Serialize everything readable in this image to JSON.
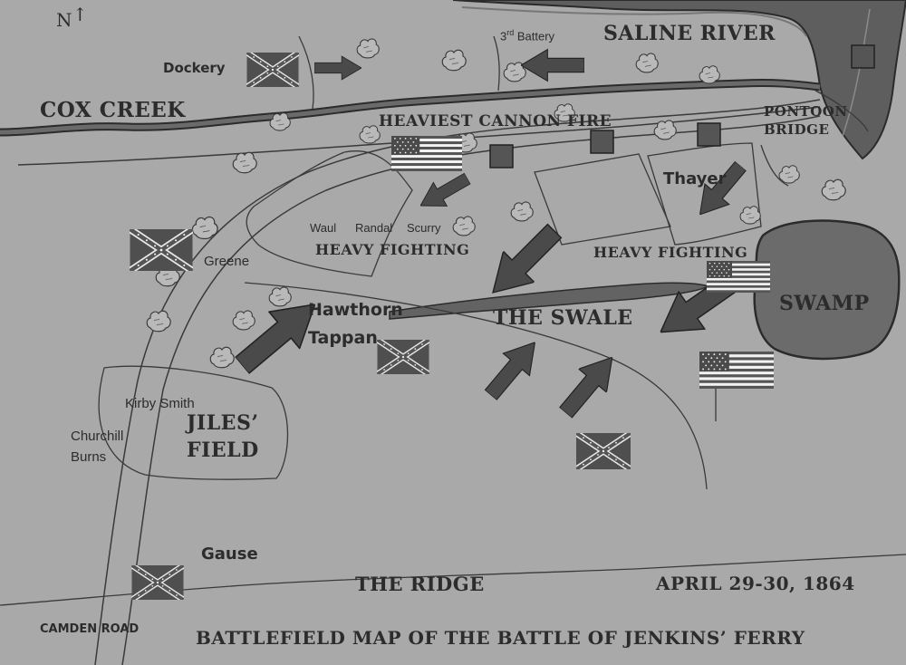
{
  "compass": {
    "label": "N"
  },
  "title": "BATTLEFIELD MAP OF THE BATTLE OF JENKINS’ FERRY",
  "date": "APRIL 29-30, 1864",
  "features": {
    "saline_river": "SALINE RIVER",
    "cox_creek": "COX CREEK",
    "pontoon": "PONTOON",
    "bridge": "BRIDGE",
    "swamp": "SWAMP",
    "swale": "THE SWALE",
    "jiles_1": "JILES’",
    "jiles_2": "FIELD",
    "ridge": "THE RIDGE",
    "camden_road": "CAMDEN ROAD"
  },
  "events": {
    "heaviest_cannon_fire": "HEAVIEST CANNON FIRE",
    "heavy_fighting_left": "HEAVY FIGHTING",
    "heavy_fighting_right": "HEAVY FIGHTING"
  },
  "units": {
    "battery": "3",
    "battery_sup": "rd",
    "battery_word": "Battery",
    "dockery": "Dockery",
    "thayer": "Thayer",
    "waul": "Waul",
    "randal": "Randal",
    "scurry": "Scurry",
    "greene": "Greene",
    "hawthorn": "Hawthorn",
    "tappan": "Tappan",
    "kirby_smith": "Kirby Smith",
    "churchill": "Churchill",
    "burns": "Burns",
    "gause": "Gause"
  },
  "colors": {
    "background": "#a9a9a9",
    "ink": "#2c2c2c",
    "water": "#5e5e5e",
    "arrow": "#4a4a4a",
    "flag_fill": "#555555",
    "flag_light": "#f2f2f2"
  },
  "legend_icons": [
    "confederate-flag",
    "union-flag",
    "artillery-square",
    "tree-cluster",
    "troop-arrow"
  ]
}
